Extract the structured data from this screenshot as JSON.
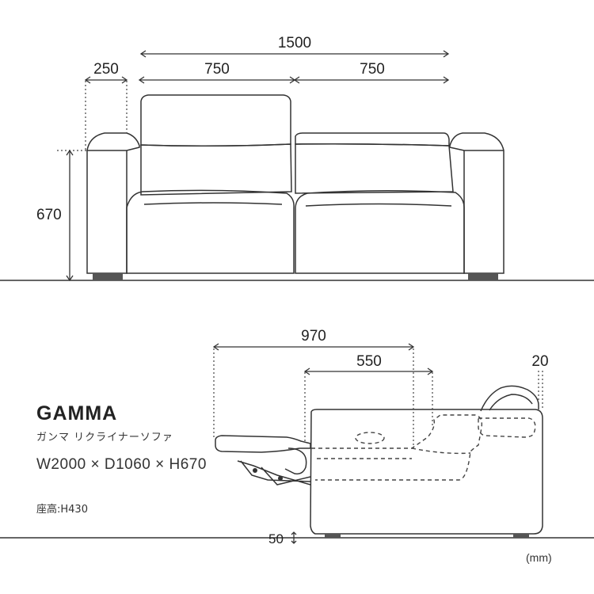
{
  "product": {
    "name": "GAMMA",
    "subtitle": "ガンマ リクライナーソファ",
    "size": "W2000 × D1060 × H670",
    "seat_height": "座高:H430"
  },
  "unit": "(mm)",
  "front_view": {
    "total_width": "1500",
    "arm_width": "250",
    "left_seat_width": "750",
    "right_seat_width": "750",
    "height": "670"
  },
  "side_view": {
    "extended_depth": "970",
    "inner_depth": "550",
    "headrest_offset": "20",
    "leg_clearance": "50"
  },
  "colors": {
    "stroke": "#333333",
    "background": "#ffffff"
  }
}
